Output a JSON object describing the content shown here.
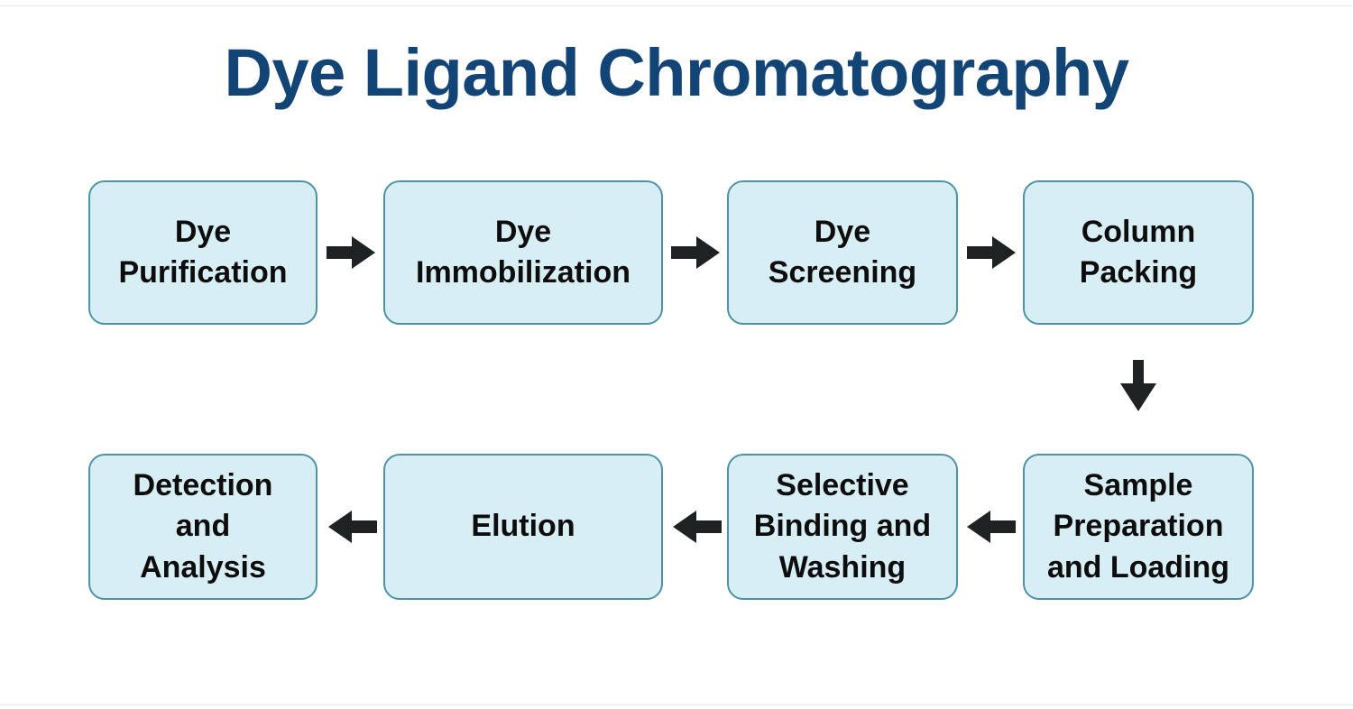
{
  "diagram": {
    "title": "Dye Ligand Chromatography",
    "title_color": "#134476",
    "node_fill": "#d8eef5",
    "node_border": "#4e93a5",
    "node_text_color": "#0d0d0d",
    "arrow_color": "#1f2223",
    "background": "#ffffff",
    "type": "flowchart",
    "nodes": [
      {
        "id": "n1",
        "label": "Dye\nPurification",
        "row": 1,
        "col": 1
      },
      {
        "id": "n2",
        "label": "Dye\nImmobilization",
        "row": 1,
        "col": 2
      },
      {
        "id": "n3",
        "label": "Dye\nScreening",
        "row": 1,
        "col": 3
      },
      {
        "id": "n4",
        "label": "Column\nPacking",
        "row": 1,
        "col": 4
      },
      {
        "id": "n5",
        "label": "Sample\nPreparation\nand Loading",
        "row": 2,
        "col": 4
      },
      {
        "id": "n6",
        "label": "Selective\nBinding and\nWashing",
        "row": 2,
        "col": 3
      },
      {
        "id": "n7",
        "label": "Elution",
        "row": 2,
        "col": 2
      },
      {
        "id": "n8",
        "label": "Detection\nand\nAnalysis",
        "row": 2,
        "col": 1
      }
    ],
    "node_labels": {
      "n1_line1": "Dye",
      "n1_line2": "Purification",
      "n2_line1": "Dye",
      "n2_line2": "Immobilization",
      "n3_line1": "Dye",
      "n3_line2": "Screening",
      "n4_line1": "Column",
      "n4_line2": "Packing",
      "n5_line1": "Sample",
      "n5_line2": "Preparation",
      "n5_line3": "and Loading",
      "n6_line1": "Selective",
      "n6_line2": "Binding and",
      "n6_line3": "Washing",
      "n7_line1": "Elution",
      "n8_line1": "Detection",
      "n8_line2": "and",
      "n8_line3": "Analysis"
    },
    "edges": [
      {
        "from": "n1",
        "to": "n2",
        "direction": "right"
      },
      {
        "from": "n2",
        "to": "n3",
        "direction": "right"
      },
      {
        "from": "n3",
        "to": "n4",
        "direction": "right"
      },
      {
        "from": "n4",
        "to": "n5",
        "direction": "down"
      },
      {
        "from": "n5",
        "to": "n6",
        "direction": "left"
      },
      {
        "from": "n6",
        "to": "n7",
        "direction": "left"
      },
      {
        "from": "n7",
        "to": "n8",
        "direction": "left"
      }
    ]
  }
}
